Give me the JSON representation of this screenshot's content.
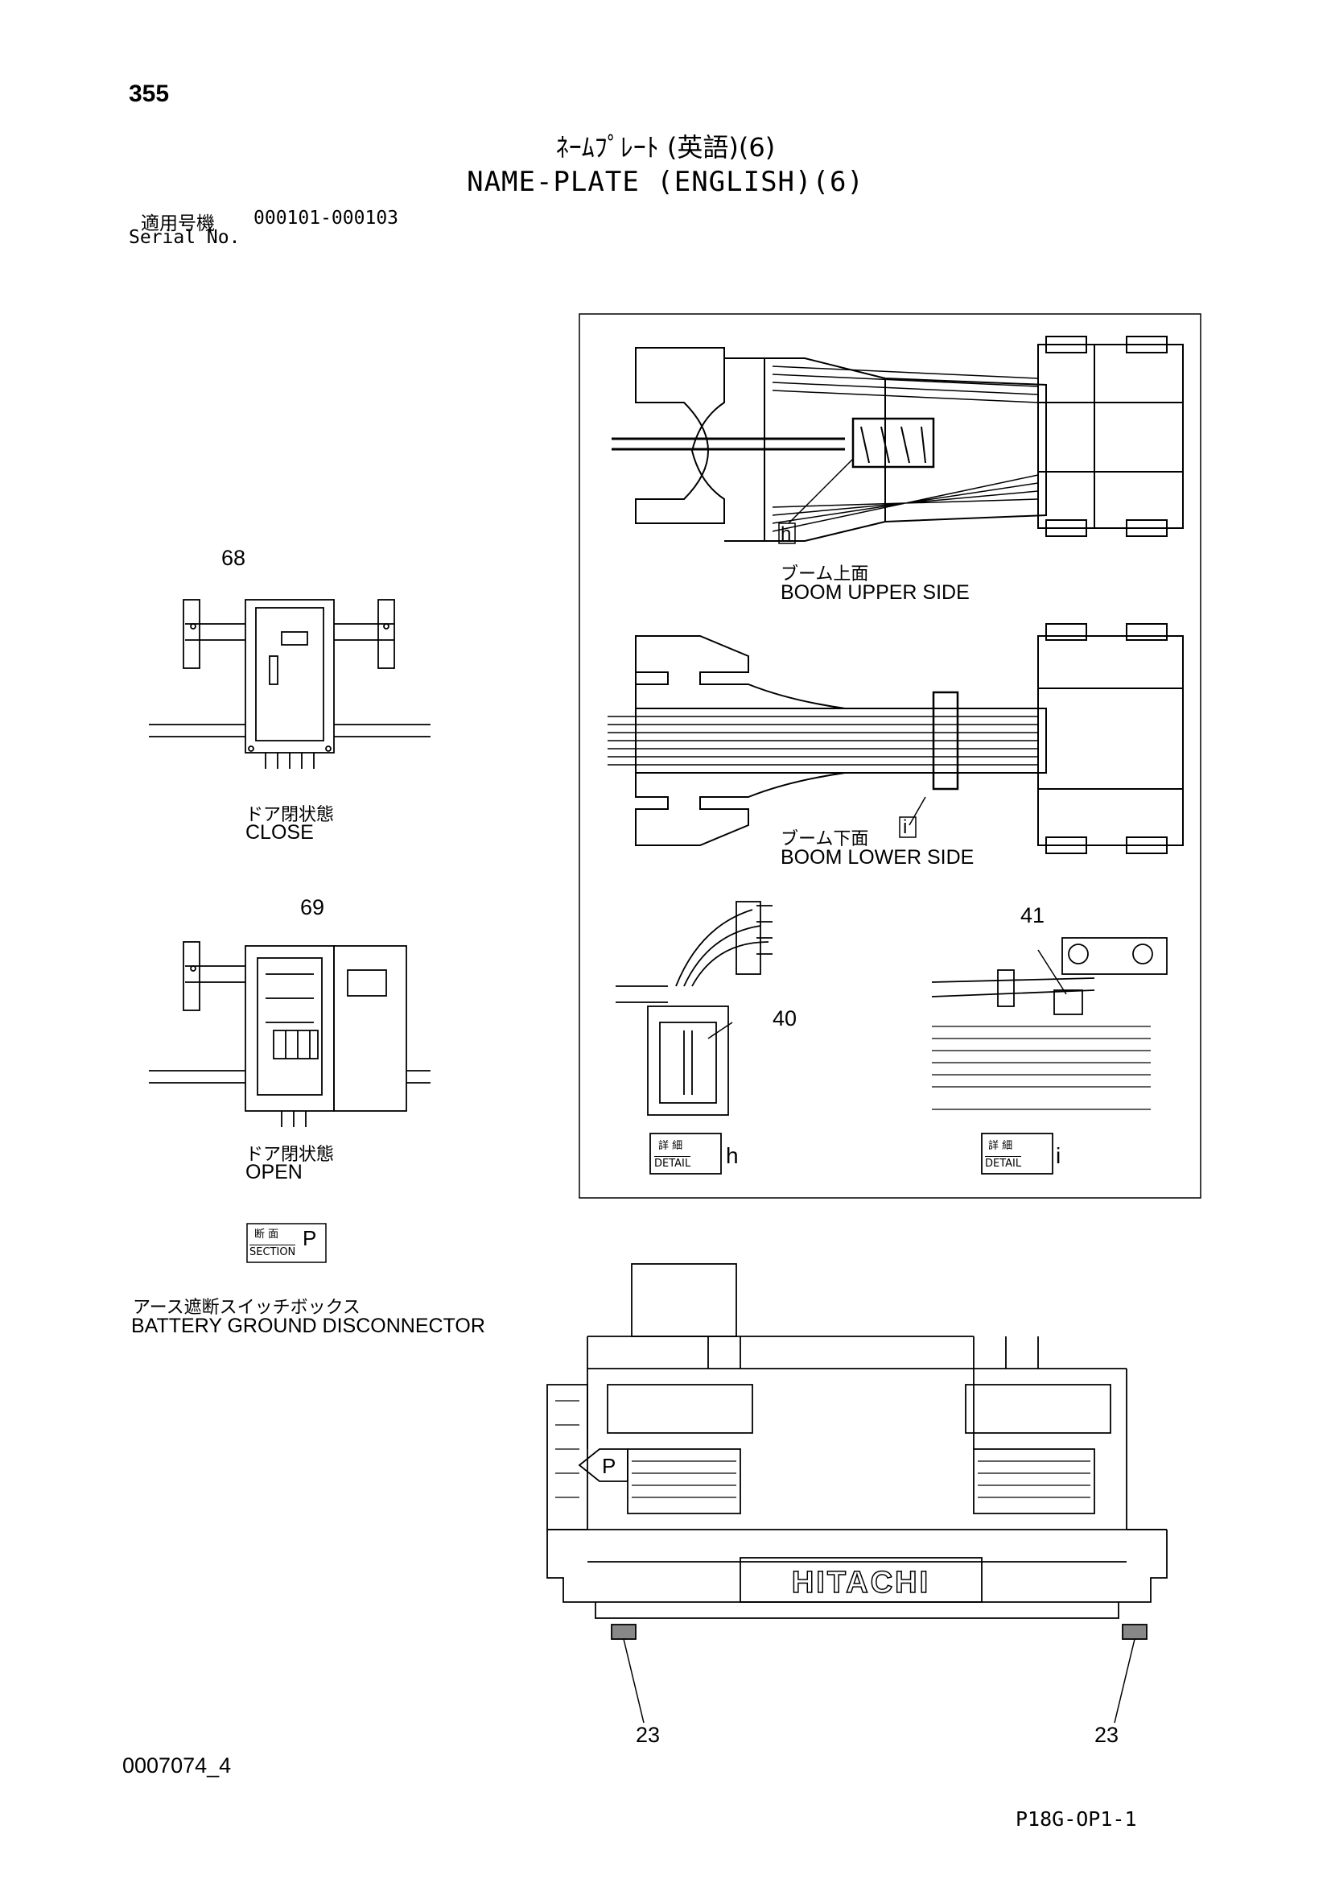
{
  "header": {
    "page_number": "355",
    "title_jp": "ﾈｰﾑﾌﾟﾚｰﾄ (英語)(6)",
    "title_en": "NAME-PLATE (ENGLISH)(6)",
    "serial_label_jp": "適用号機",
    "serial_value": "000101-000103",
    "serial_label_en": "Serial No."
  },
  "views": {
    "boom_upper": {
      "jp": "ブーム上面",
      "en": "BOOM UPPER SIDE",
      "detail_marker": "h"
    },
    "boom_lower": {
      "jp": "ブーム下面",
      "en": "BOOM LOWER SIDE",
      "detail_marker": "i"
    },
    "close": {
      "jp": "ドア閉状態",
      "en": "CLOSE",
      "callout": "68"
    },
    "open": {
      "jp": "ドア閉状態",
      "en": "OPEN",
      "callout": "69"
    },
    "section": {
      "jp": "断 面",
      "en": "SECTION",
      "letter": "P"
    },
    "battery": {
      "jp": "アース遮断スイッチボックス",
      "en": "BATTERY GROUND DISCONNECTOR"
    },
    "detail_h": {
      "jp": "詳 細",
      "en": "DETAIL",
      "letter": "h",
      "callout": "40"
    },
    "detail_i": {
      "jp": "詳 細",
      "en": "DETAIL",
      "letter": "i",
      "callout": "41"
    },
    "machine": {
      "brand": "HITACHI",
      "marker": "P",
      "callout_left": "23",
      "callout_right": "23"
    }
  },
  "footer": {
    "doc_id": "0007074_4",
    "code": "P18G-OP1-1"
  }
}
